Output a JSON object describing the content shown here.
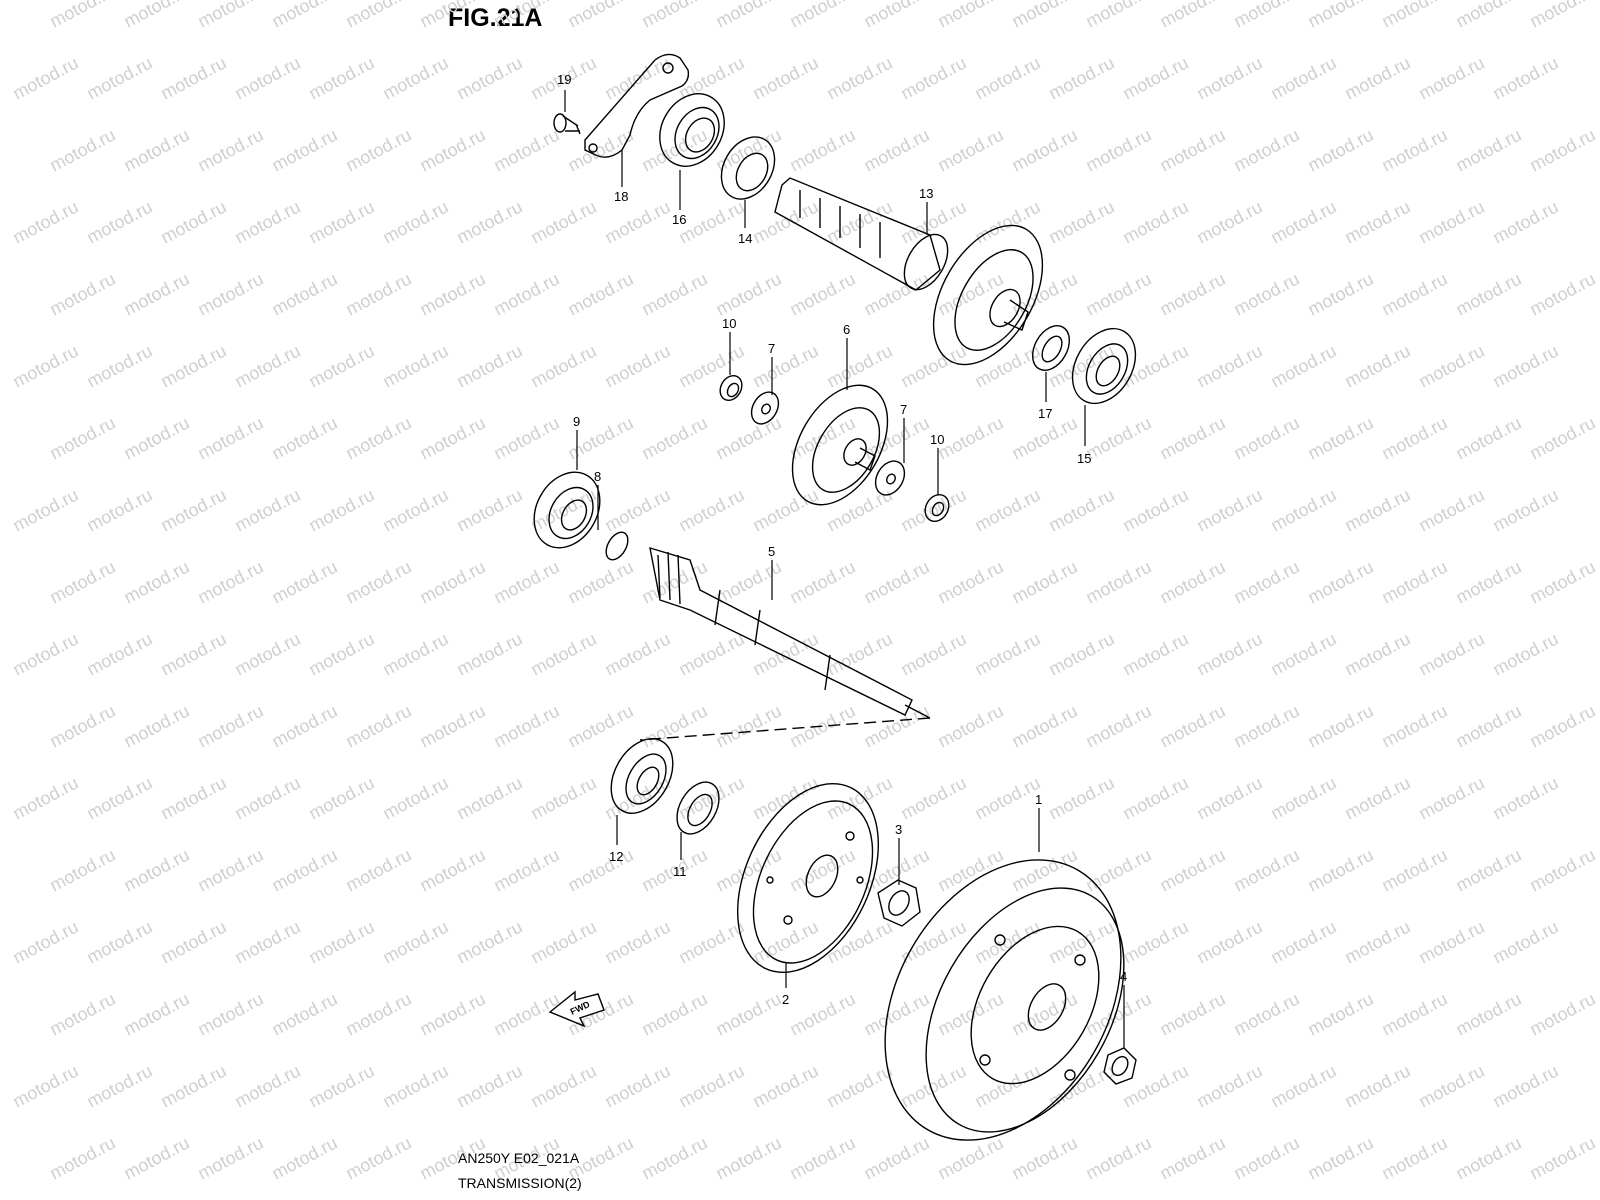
{
  "figure": {
    "title": "FIG.21A"
  },
  "footer": {
    "code": "AN250Y E02_021A",
    "name": "TRANSMISSION(2)"
  },
  "watermark": {
    "text": "motod.ru"
  },
  "fwd_arrow": {
    "label": "FWD"
  },
  "parts": [
    {
      "id": "19",
      "label": "19"
    },
    {
      "id": "18",
      "label": "18"
    },
    {
      "id": "16",
      "label": "16"
    },
    {
      "id": "14",
      "label": "14"
    },
    {
      "id": "13",
      "label": "13"
    },
    {
      "id": "10a",
      "label": "10"
    },
    {
      "id": "7a",
      "label": "7"
    },
    {
      "id": "6",
      "label": "6"
    },
    {
      "id": "7b",
      "label": "7"
    },
    {
      "id": "10b",
      "label": "10"
    },
    {
      "id": "17",
      "label": "17"
    },
    {
      "id": "15",
      "label": "15"
    },
    {
      "id": "9",
      "label": "9"
    },
    {
      "id": "8",
      "label": "8"
    },
    {
      "id": "5",
      "label": "5"
    },
    {
      "id": "12",
      "label": "12"
    },
    {
      "id": "11",
      "label": "11"
    },
    {
      "id": "3",
      "label": "3"
    },
    {
      "id": "1",
      "label": "1"
    },
    {
      "id": "2",
      "label": "2"
    },
    {
      "id": "4",
      "label": "4"
    }
  ]
}
